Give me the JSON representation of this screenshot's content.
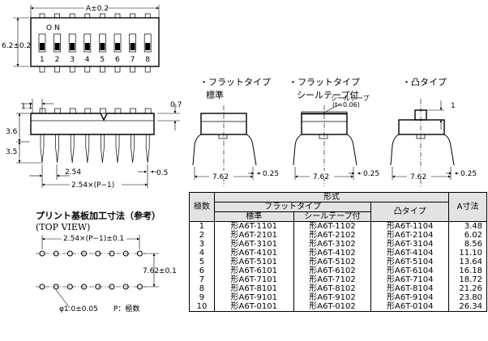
{
  "top_view": {
    "dim_a": "A±0.2",
    "dim_height": "6.2±0.2",
    "on_label": "O N",
    "positions": [
      "1",
      "2",
      "3",
      "4",
      "5",
      "6",
      "7",
      "8"
    ]
  },
  "side_view": {
    "dim_1_1": "1.1",
    "dim_0_7": "0.7",
    "dim_3_6": "3.6",
    "dim_3_5": "3.5",
    "dim_2_54": "2.54",
    "dim_0_5": "0.5",
    "dim_pitch": "2.54×(P−1)"
  },
  "variants": [
    {
      "title_line1": "・フラットタイプ",
      "title_line2": "標準",
      "dim_width": "7.62",
      "dim_lead": "0.25"
    },
    {
      "title_line1": "・フラットタイプ",
      "title_line2": "シールテープ付",
      "tape_label": "シールテープ",
      "tape_thickness": "(t=0.06)",
      "dim_width": "7.62",
      "dim_lead": "0.25"
    },
    {
      "title_line1": "・凸タイプ",
      "title_line2": "",
      "dim_top": "1",
      "dim_width": "7.62",
      "dim_lead": "0.25"
    }
  ],
  "pcb": {
    "title": "プリント基板加工寸法（参考）",
    "subtitle": "(TOP VIEW)",
    "dim_pitch": "2.54×(P−1)±0.1",
    "dim_row": "7.62±0.1",
    "dim_hole": "φ1.0±0.05",
    "legend": "P：極数"
  },
  "table": {
    "header_keisiki": "形式",
    "header_kyokusu": "極数",
    "header_flat": "フラットタイプ",
    "header_std": "標準",
    "header_seal": "シールテープ付",
    "header_convex": "凸タイプ",
    "header_a": "A寸法",
    "rows": [
      {
        "poles": "1",
        "std": "形A6T-1101",
        "seal": "形A6T-1102",
        "convex": "形A6T-1104",
        "a": "3.48"
      },
      {
        "poles": "2",
        "std": "形A6T-2101",
        "seal": "形A6T-2102",
        "convex": "形A6T-2104",
        "a": "6.02"
      },
      {
        "poles": "3",
        "std": "形A6T-3101",
        "seal": "形A6T-3102",
        "convex": "形A6T-3104",
        "a": "8.56"
      },
      {
        "poles": "4",
        "std": "形A6T-4101",
        "seal": "形A6T-4102",
        "convex": "形A6T-4104",
        "a": "11.10"
      },
      {
        "poles": "5",
        "std": "形A6T-5101",
        "seal": "形A6T-5102",
        "convex": "形A6T-5104",
        "a": "13.64"
      },
      {
        "poles": "6",
        "std": "形A6T-6101",
        "seal": "形A6T-6102",
        "convex": "形A6T-6104",
        "a": "16.18"
      },
      {
        "poles": "7",
        "std": "形A6T-7101",
        "seal": "形A6T-7102",
        "convex": "形A6T-7104",
        "a": "18.72"
      },
      {
        "poles": "8",
        "std": "形A6T-8101",
        "seal": "形A6T-8102",
        "convex": "形A6T-8104",
        "a": "21.26"
      },
      {
        "poles": "9",
        "std": "形A6T-9101",
        "seal": "形A6T-9102",
        "convex": "形A6T-9104",
        "a": "23.80"
      },
      {
        "poles": "10",
        "std": "形A6T-0101",
        "seal": "形A6T-0102",
        "convex": "形A6T-0104",
        "a": "26.34"
      }
    ]
  }
}
